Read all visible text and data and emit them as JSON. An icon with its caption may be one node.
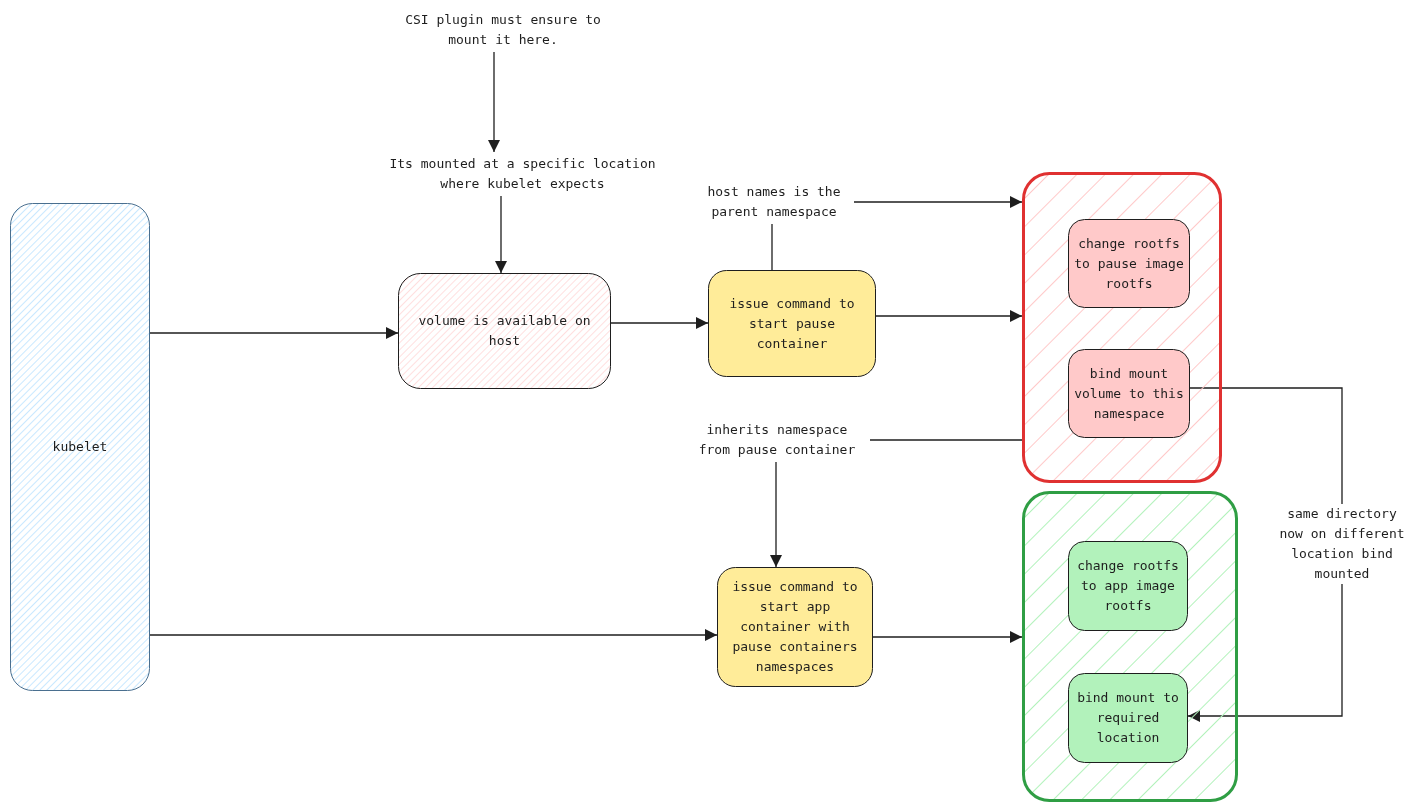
{
  "diagram": {
    "nodes": [
      {
        "text": [
          "CSI plugin must ensure to mount it here."
        ]
      },
      {
        "text": [
          "Its mounted at a specific location where kubelet expects"
        ]
      },
      {
        "text": [
          "kubelet"
        ]
      },
      {
        "text": [
          "volume is available on host"
        ]
      },
      {
        "text": [
          "issue command to start pause container"
        ]
      },
      {
        "text": [
          "host names is the parent namespace"
        ]
      },
      {
        "text": [],
        "shape": "box"
      },
      {
        "text": [
          "change rootfs to pause image rootfs"
        ],
        "in": 6
      },
      {
        "text": [
          "bind mount volume to this namespace"
        ],
        "in": 6
      },
      {
        "text": [
          "inherits namespace from pause container"
        ]
      },
      {
        "text": [
          "issue command to start app container with pause containers namespaces"
        ]
      },
      {
        "text": [],
        "shape": "box"
      },
      {
        "text": [
          "change rootfs to app image rootfs"
        ],
        "in": 11
      },
      {
        "text": [
          "bind mount to required location"
        ],
        "in": 11
      }
    ],
    "edges": [
      {
        "from": 0,
        "to": 1,
        "arrow": "to"
      },
      {
        "from": 1,
        "to": 3,
        "arrow": "to"
      },
      {
        "from": 2,
        "to": 3,
        "arrow": "to"
      },
      {
        "from": 3,
        "to": 4,
        "arrow": "to"
      },
      {
        "from": 4,
        "to": 6,
        "arrow": "to"
      },
      {
        "from": 5,
        "to": 6,
        "arrow": "to"
      },
      {
        "from": 4,
        "to": 5,
        "arrow": "none"
      },
      {
        "from": 9,
        "to": 6,
        "arrow": "none"
      },
      {
        "from": 9,
        "to": 10,
        "arrow": "to"
      },
      {
        "from": 2,
        "to": 10,
        "arrow": "to"
      },
      {
        "from": 10,
        "to": 11,
        "arrow": "to"
      },
      {
        "from": 8,
        "to": 13,
        "arrow": "to",
        "label": "same directory now on different location bind mounted"
      }
    ]
  }
}
